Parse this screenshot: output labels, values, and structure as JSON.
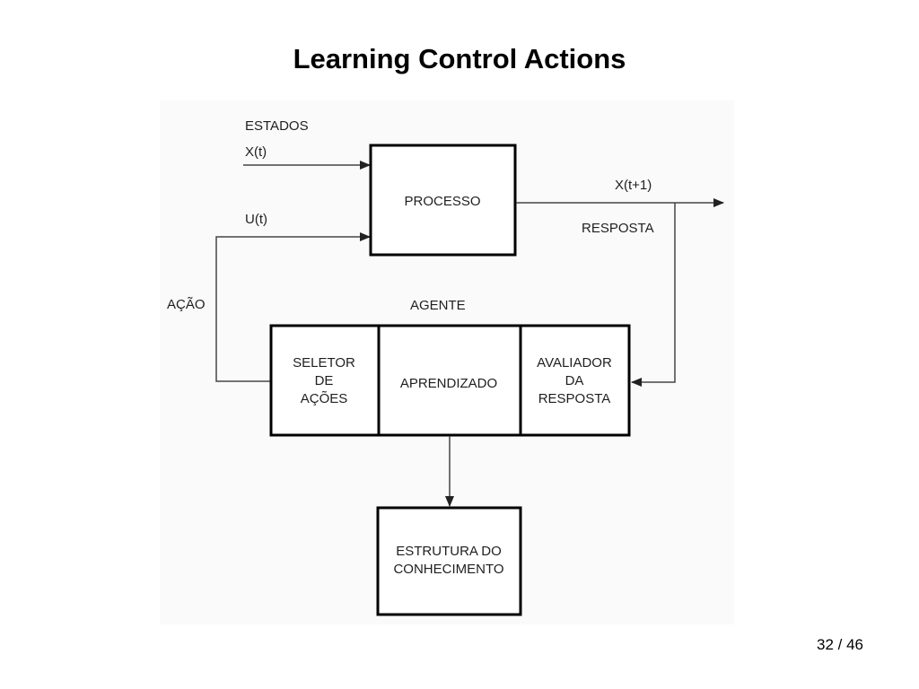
{
  "slide": {
    "title": "Learning Control Actions",
    "page_number": "32 / 46"
  },
  "diagram": {
    "label_estados": "ESTADOS",
    "label_x_t": "X(t)",
    "label_u_t": "U(t)",
    "label_x_t1": "X(t+1)",
    "label_resposta": "RESPOSTA",
    "label_acao": "AÇÃO",
    "label_agente": "AGENTE",
    "box_processo": "PROCESSO",
    "box_seletor": [
      "SELETOR",
      "DE",
      "AÇÕES"
    ],
    "box_aprendizado": "APRENDIZADO",
    "box_avaliador": [
      "AVALIADOR",
      "DA",
      "RESPOSTA"
    ],
    "box_estrutura": [
      "ESTRUTURA DO",
      "CONHECIMENTO"
    ]
  },
  "colors": {
    "box_stroke": "#000000",
    "line_stroke": "#444444",
    "figure_background": "#fafafa"
  }
}
